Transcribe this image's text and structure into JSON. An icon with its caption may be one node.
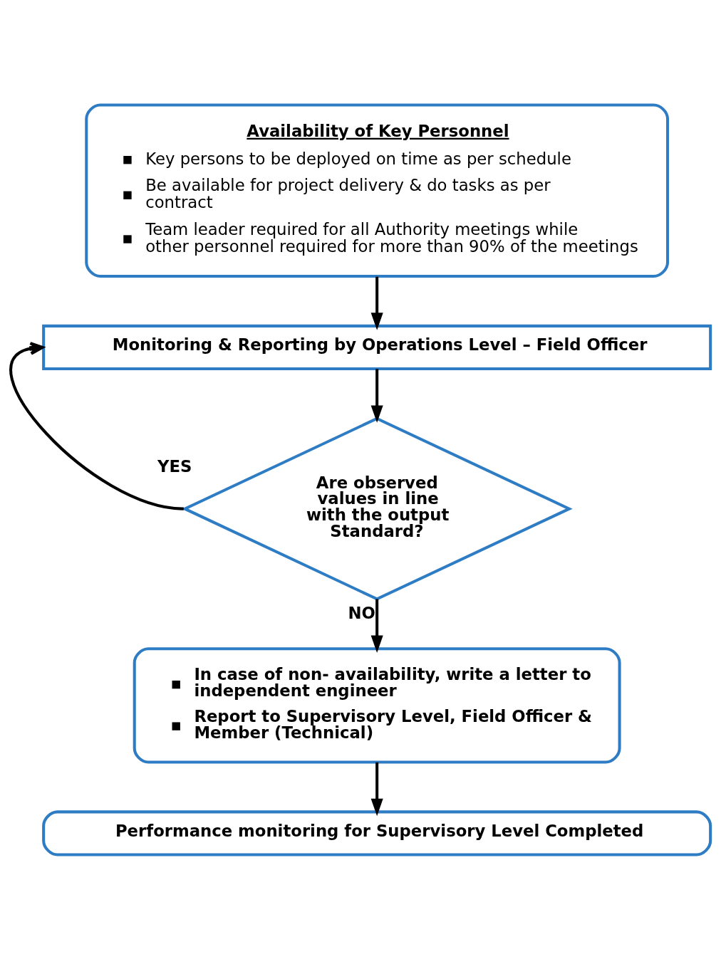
{
  "diagram": {
    "nodes": [
      {
        "text": [
          "Availability of Key Personnel",
          "Key persons to be deployed on time as per schedule",
          "Be available for project delivery & do tasks as per contract",
          "Team leader required for all Authority meetings while other personnel required for more than 90% of the meetings"
        ]
      },
      {
        "text": [
          "Monitoring & Reporting by Operations Level – Field Officer"
        ]
      },
      {
        "text": [
          "Are observed values in line with the output Standard?"
        ]
      },
      {
        "text": [
          "In case of non- availability, write a letter to independent engineer",
          "Report to Supervisory Level, Field Officer & Member (Technical)"
        ]
      },
      {
        "text": [
          "Performance monitoring for Supervisory Level Completed"
        ]
      }
    ],
    "edges": [
      {
        "from": 0,
        "to": 1,
        "arrow": "to"
      },
      {
        "from": 1,
        "to": 2,
        "arrow": "to"
      },
      {
        "from": 2,
        "to": 1,
        "arrow": "to",
        "label": "YES"
      },
      {
        "from": 2,
        "to": 3,
        "arrow": "to",
        "label": "NO"
      },
      {
        "from": 3,
        "to": 4,
        "arrow": "to"
      }
    ]
  }
}
